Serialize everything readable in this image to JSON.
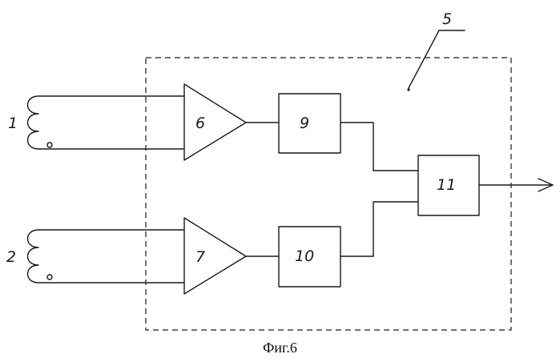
{
  "figure": {
    "caption": "Фиг.6"
  },
  "labels": {
    "coil_1": "1",
    "coil_2": "2",
    "amplifier_6": "6",
    "amplifier_7": "7",
    "block_9": "9",
    "block_10": "10",
    "block_11": "11",
    "unit_5": "5"
  }
}
